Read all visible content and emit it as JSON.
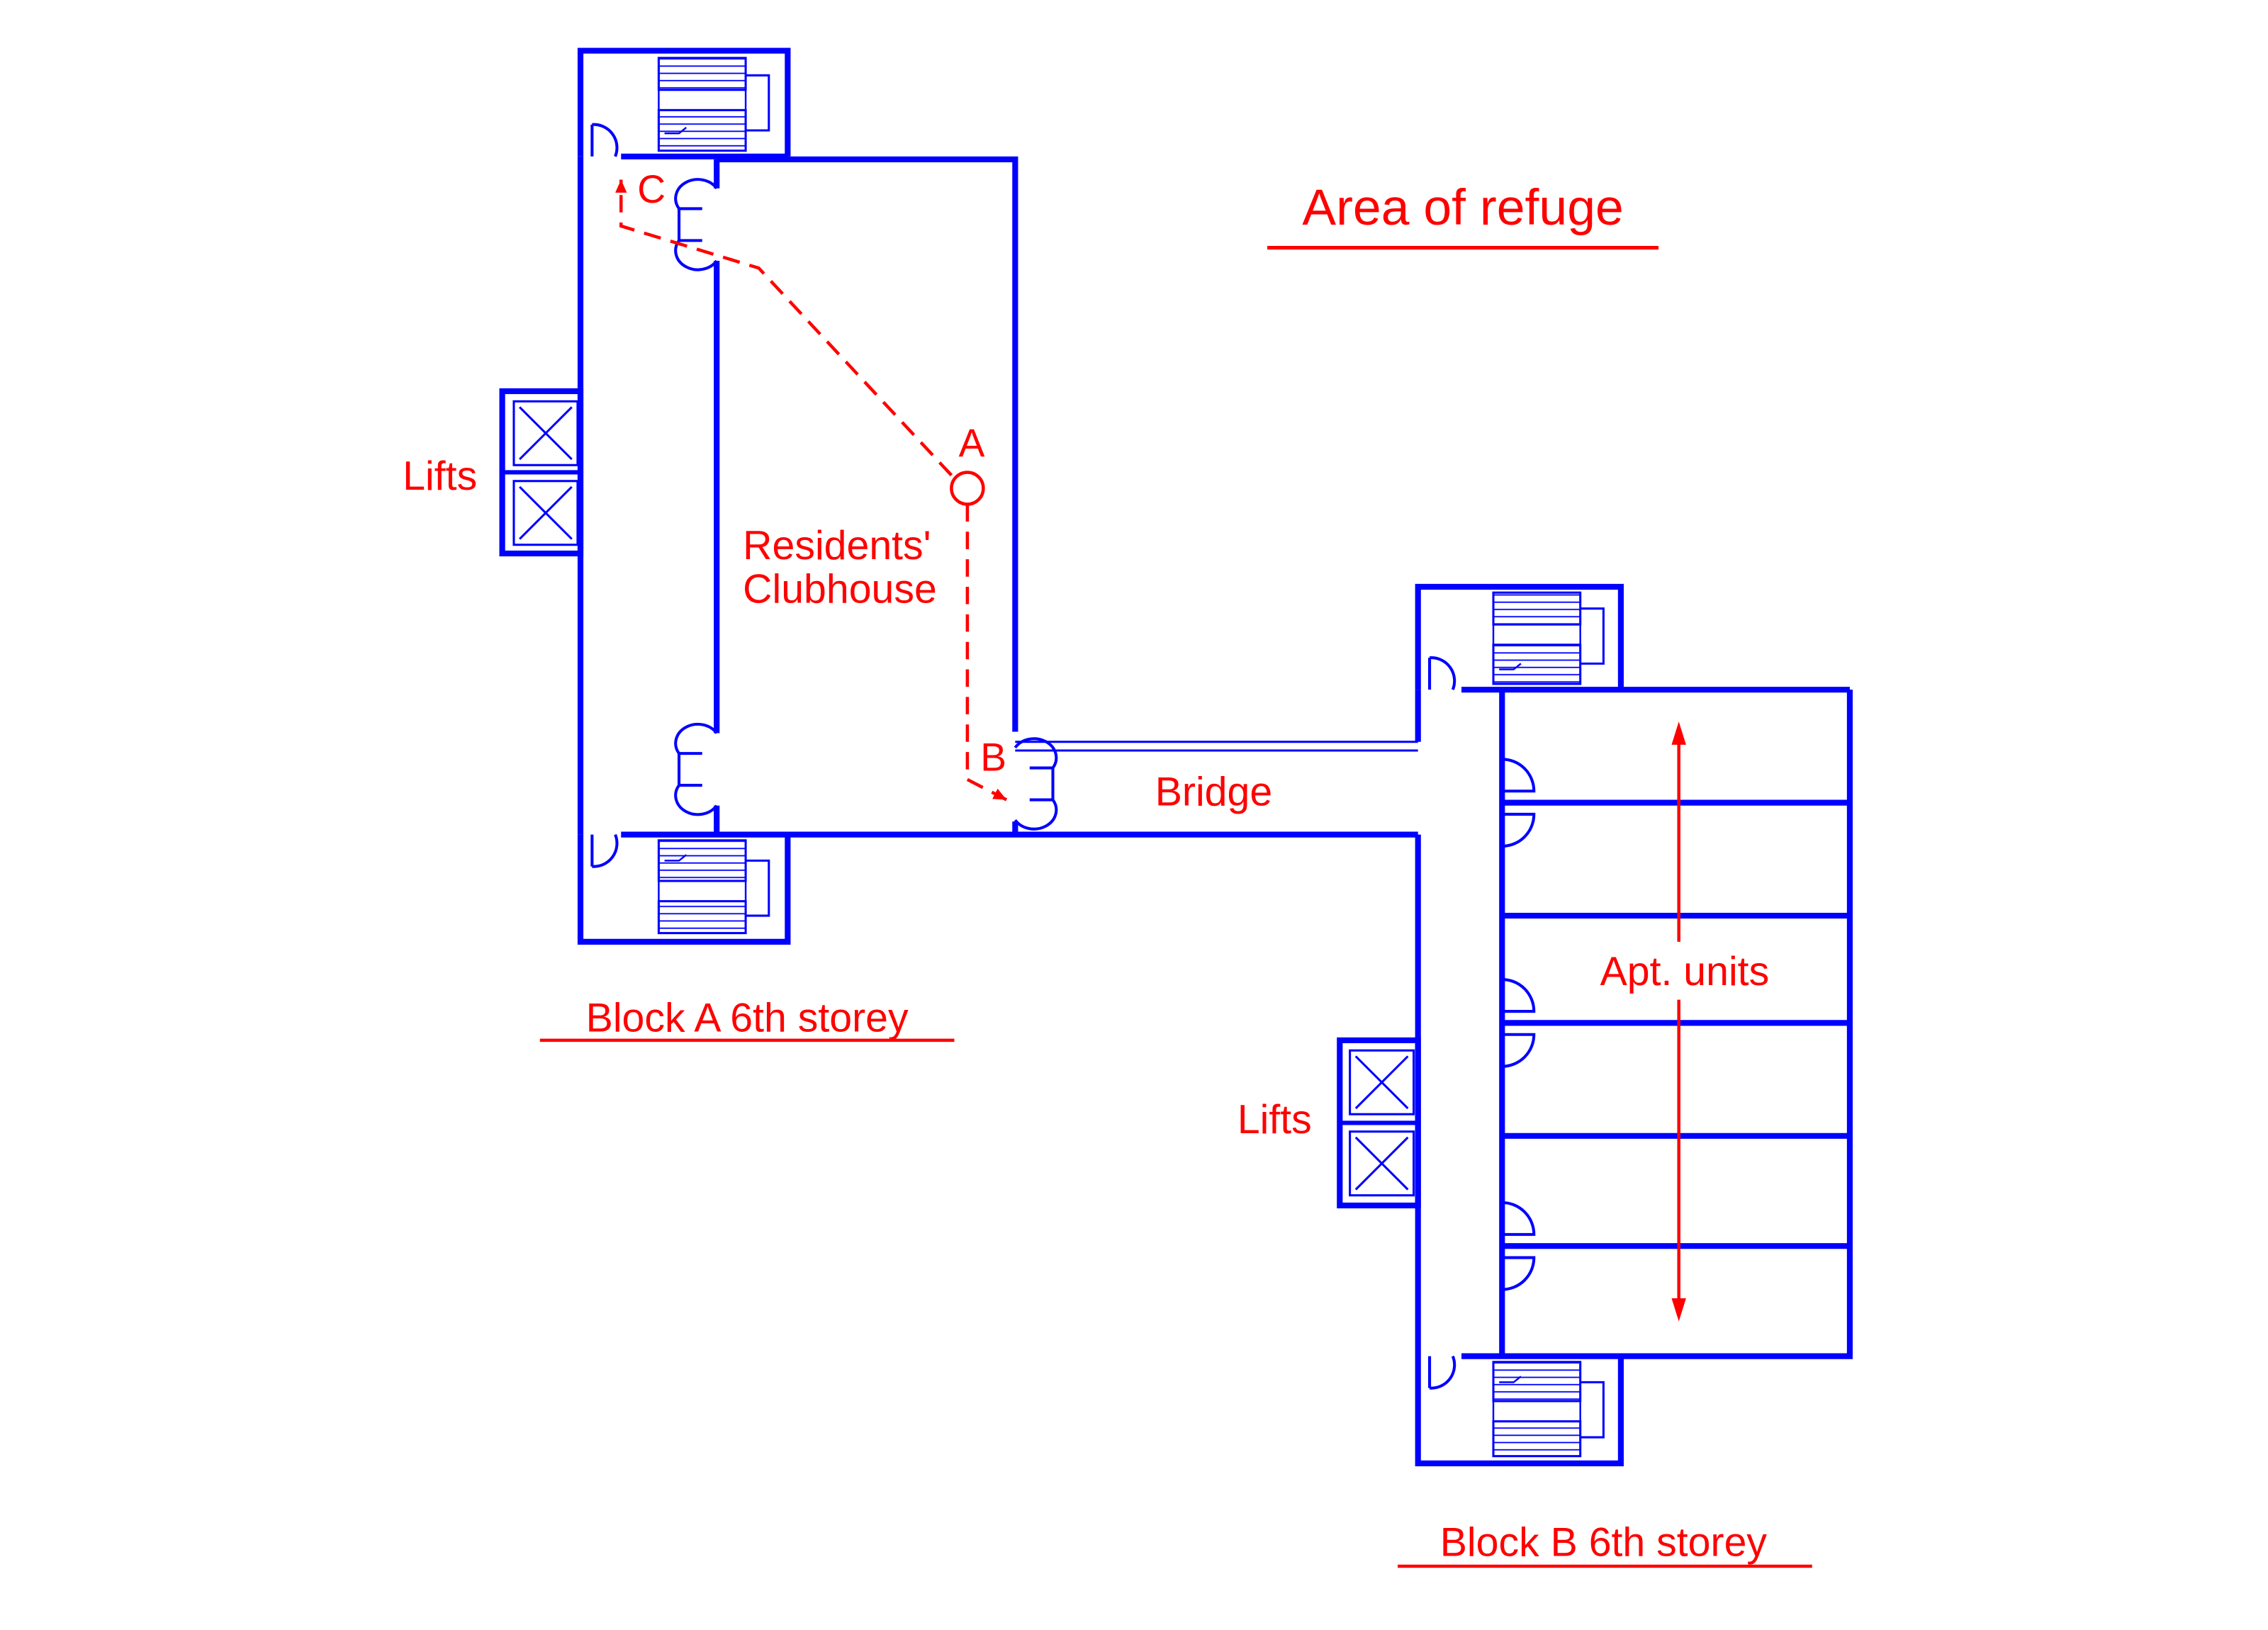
{
  "title": "Area of refuge",
  "blocks": {
    "a": {
      "caption": "Block A 6th storey",
      "lifts_label": "Lifts"
    },
    "b": {
      "caption": "Block B 6th storey",
      "lifts_label": "Lifts",
      "units_label": "Apt. units"
    }
  },
  "clubhouse_label": [
    "Residents'",
    "Clubhouse"
  ],
  "bridge_label": "Bridge",
  "points": {
    "a": "A",
    "b": "B",
    "c": "C"
  },
  "colors": {
    "walls": "#0000ff",
    "annotations": "#ff0000",
    "background": "#ffffff"
  }
}
